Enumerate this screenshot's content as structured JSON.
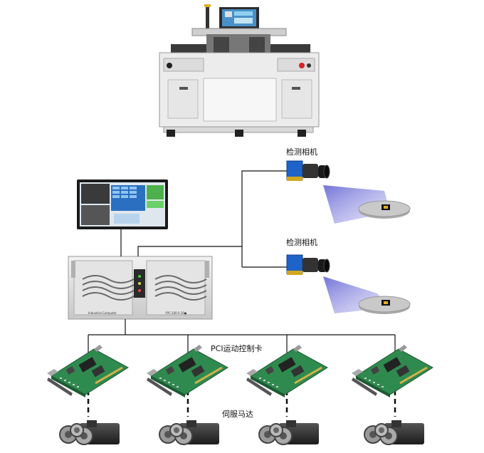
{
  "labels": {
    "camera_top": "检测相机",
    "camera_bottom": "检测相机",
    "motion_card": "PCI运动控制卡",
    "servo_motor": "伺服马达"
  },
  "ipc_plate_left": "Industrial Computer",
  "ipc_plate_right": "YPC-100 0.10●",
  "components": {
    "machine": "inspection-machine",
    "monitor": "touch-monitor",
    "ipc": "industrial-pc",
    "cameras": 2,
    "motion_cards": 4,
    "servo_motors": 4
  },
  "colors": {
    "line": "#111111",
    "camera_blue": "#1e63c8",
    "beam": "#6b6bd4",
    "pcb_green": "#2f8a4f",
    "machine_white": "#eeeeee",
    "motor_dark": "#2a2a2a"
  }
}
